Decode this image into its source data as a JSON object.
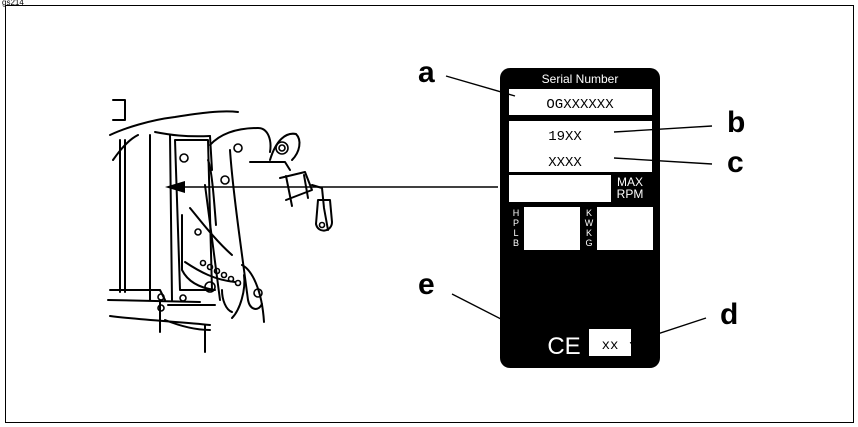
{
  "page_code": "gs214",
  "plate": {
    "header": "Serial Number",
    "serial_value": "OGXXXXXX",
    "year_value": "19XX",
    "code_value": "XXXX",
    "max_label_line1": "MAX",
    "max_label_line2": "RPM",
    "hp_letters": [
      "H",
      "P",
      "L",
      "B"
    ],
    "kw_letters": [
      "K",
      "W",
      "K",
      "G"
    ],
    "ce_mark": "CE",
    "weight_value": "xx"
  },
  "callouts": {
    "a": "a",
    "b": "b",
    "c": "c",
    "d": "d",
    "e": "e"
  }
}
